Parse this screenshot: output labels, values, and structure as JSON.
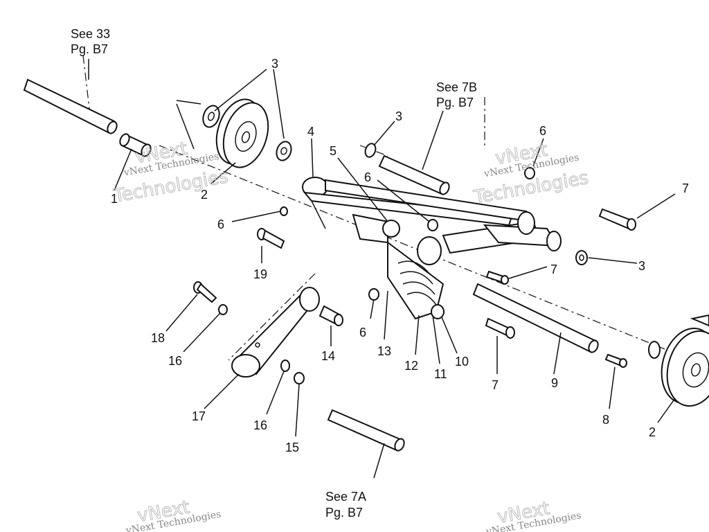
{
  "references": {
    "see33_line1": "See 33",
    "see33_line2": "Pg. B7",
    "see7b_line1": "See 7B",
    "see7b_line2": "Pg. B7",
    "see7a_line1": "See 7A",
    "see7a_line2": "Pg. B7"
  },
  "callouts": {
    "c1": "1",
    "c2a": "2",
    "c2b": "2",
    "c3a": "3",
    "c3b": "3",
    "c3c": "3",
    "c4": "4",
    "c5": "5",
    "c6a": "6",
    "c6b": "6",
    "c6c": "6",
    "c6d": "6",
    "c7a": "7",
    "c7b": "7",
    "c7c": "7",
    "c8": "8",
    "c9": "9",
    "c10": "10",
    "c11": "11",
    "c12": "12",
    "c13": "13",
    "c14": "14",
    "c15": "15",
    "c16a": "16",
    "c16b": "16",
    "c17": "17",
    "c18": "18",
    "c19": "19"
  },
  "watermark": {
    "line1": "vNext Technologies",
    "line2": "vNext",
    "line3": "Technologies"
  }
}
